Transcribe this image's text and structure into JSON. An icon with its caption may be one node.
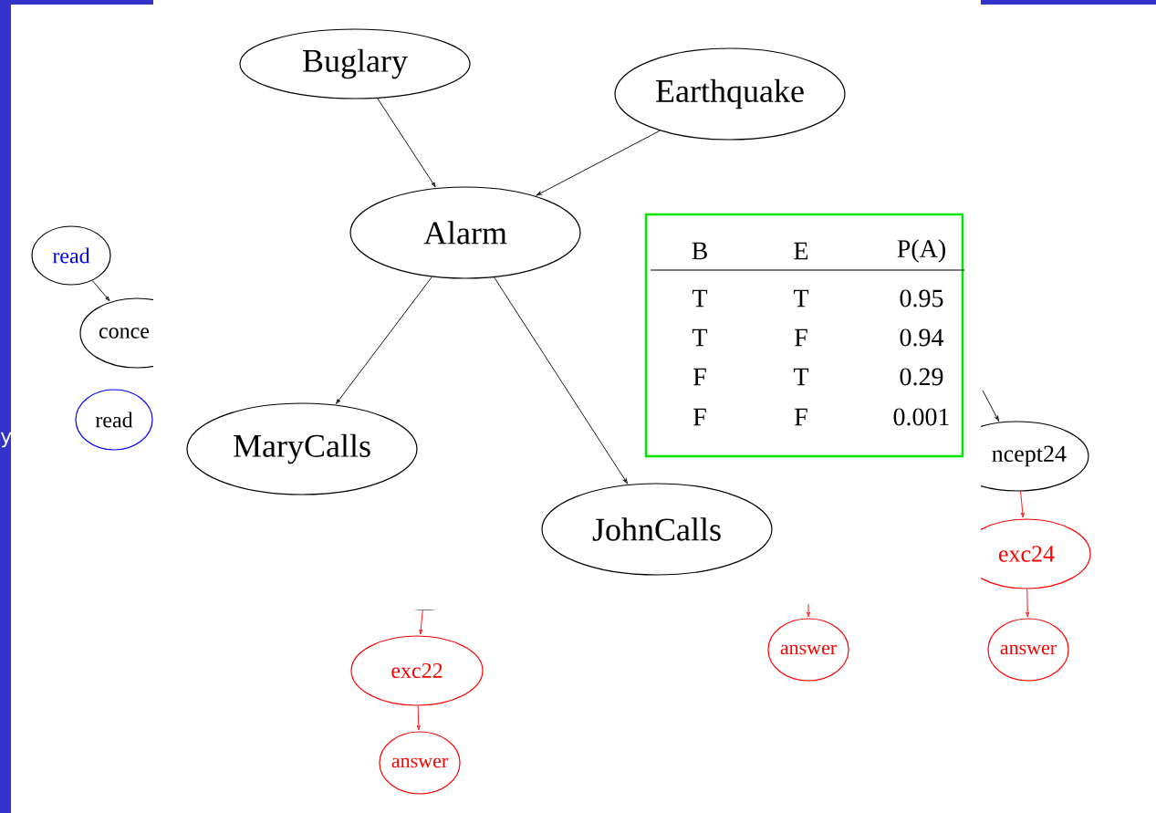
{
  "diagram": {
    "nodes": [
      {
        "text": [
          "Buglary"
        ]
      },
      {
        "text": [
          "Earthquake"
        ]
      },
      {
        "text": [
          "Alarm"
        ]
      },
      {
        "text": [
          "B",
          "E",
          "P(A)",
          "T",
          "T",
          "0.95",
          "T",
          "F",
          "0.94",
          "F",
          "T",
          "0.29",
          "F",
          "F",
          "0.001"
        ]
      },
      {
        "text": [
          "MaryCalls"
        ]
      },
      {
        "text": [
          "JohnCalls"
        ]
      },
      {
        "text": [
          "read"
        ]
      },
      {
        "text": [
          "conce"
        ]
      },
      {
        "text": [
          "read"
        ]
      },
      {
        "text": [
          "ncept24"
        ]
      },
      {
        "text": [
          "exc24"
        ]
      },
      {
        "text": [
          "answer"
        ]
      },
      {
        "text": [],
        "shape": "circle"
      },
      {
        "text": [
          "exc22"
        ]
      },
      {
        "text": [
          "answer"
        ]
      },
      {
        "text": [
          "answer"
        ]
      }
    ],
    "edges": [
      {
        "from": 0,
        "to": 2,
        "arrow": "to"
      },
      {
        "from": 1,
        "to": 2,
        "arrow": "to"
      },
      {
        "from": 2,
        "to": 4,
        "arrow": "to"
      },
      {
        "from": 2,
        "to": 5,
        "arrow": "to"
      },
      {
        "from": 6,
        "to": 7,
        "arrow": "to"
      },
      {
        "from": null,
        "to": 9,
        "arrow": "to"
      },
      {
        "from": 9,
        "to": 10,
        "arrow": "to",
        "color": "#ff0000"
      },
      {
        "from": 10,
        "to": 11,
        "arrow": "to",
        "color": "#ff0000"
      },
      {
        "from": 12,
        "to": 13,
        "arrow": "to",
        "color": "#ff0000"
      },
      {
        "from": 13,
        "to": 14,
        "arrow": "to",
        "color": "#ff0000"
      },
      {
        "from": null,
        "to": 15,
        "arrow": "to",
        "color": "#ff0000"
      }
    ],
    "labels": [
      "y"
    ]
  }
}
